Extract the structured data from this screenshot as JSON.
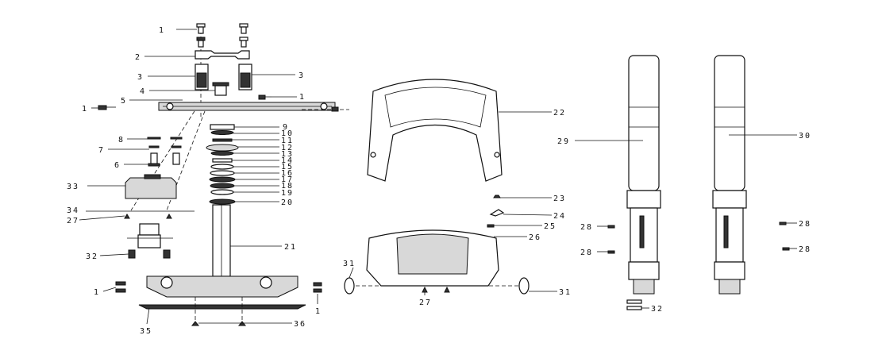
{
  "diagram": {
    "type": "exploded parts diagram",
    "callouts": {
      "c1a": "1",
      "c2": "2",
      "c3a": "3",
      "c3b": "3",
      "c4": "4",
      "c5": "5",
      "c1b": "1",
      "c1c": "1",
      "c8": "8",
      "c7": "7",
      "c6": "6",
      "c33": "33",
      "c34": "34",
      "c27a": "27",
      "c32a": "32",
      "c1d": "1",
      "c1e": "1",
      "c35": "35",
      "c36": "36",
      "c9": "9",
      "c10": "10",
      "c11": "11",
      "c12": "12",
      "c13": "13",
      "c14": "14",
      "c15": "15",
      "c16": "16",
      "c17": "17",
      "c18": "18",
      "c19": "19",
      "c20": "20",
      "c21": "21",
      "c22": "22",
      "c23": "23",
      "c24": "24",
      "c25": "25",
      "c26": "26",
      "c31a": "31",
      "c31b": "31",
      "c27b": "27",
      "c29": "29",
      "c30": "30",
      "c28a": "28",
      "c28b": "28",
      "c28c": "28",
      "c28d": "28",
      "c32b": "32"
    },
    "line_color": "#111111"
  }
}
